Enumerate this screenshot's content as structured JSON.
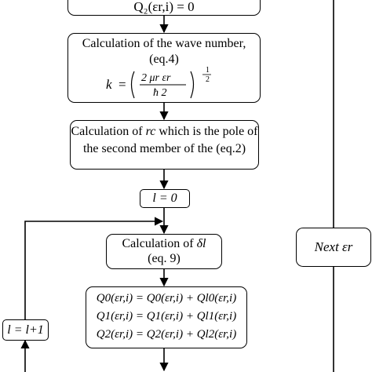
{
  "top_box": {
    "text": "Q₂(εr,i) = 0"
  },
  "wave_box": {
    "line1": "Calculation of the wave number,",
    "line2": "(eq.4)",
    "formula_lhs": "k",
    "formula_eq": "=",
    "frac_num": "2 μr εr",
    "frac_den": "ħ 2",
    "exp_num": "1",
    "exp_den": "2"
  },
  "rc_box": {
    "line1_prefix": "Calculation of ",
    "line1_var": "rc",
    "line1_suffix": " which is the pole of",
    "line2": "the second member of the (eq.2)"
  },
  "l_init_box": {
    "text": "l = 0"
  },
  "delta_box": {
    "line1_prefix": "Calculation of ",
    "line1_var": "δl",
    "line2": "(eq. 9)"
  },
  "sum_box": {
    "rows": [
      "Q0(εr,i) = Q0(εr,i) + Ql0(εr,i)",
      "Q1(εr,i) = Q1(εr,i) + Ql1(εr,i)",
      "Q2(εr,i) = Q2(εr,i) + Ql2(εr,i)"
    ]
  },
  "increment_box": {
    "text": "l = l+1"
  },
  "next_box": {
    "text": "Next εr"
  }
}
